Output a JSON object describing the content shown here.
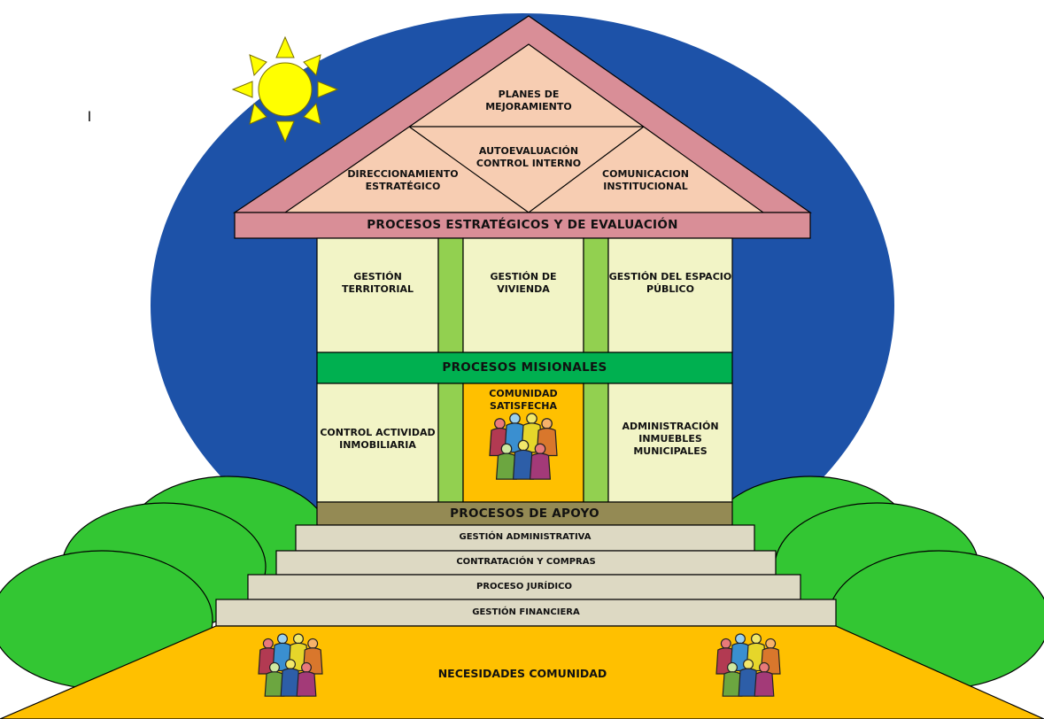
{
  "roof": {
    "top": "PLANES DE MEJORAMIENTO",
    "center": "AUTOEVALUACIÓN CONTROL INTERNO",
    "left": "DIRECCIONAMIENTO ESTRATÉGICO",
    "right": "COMUNICACION INSTITUCIONAL",
    "band": "PROCESOS ESTRATÉGICOS Y DE EVALUACIÓN"
  },
  "misionales": {
    "upper": [
      "GESTIÓN TERRITORIAL",
      "GESTIÓN DE VIVIENDA",
      "GESTIÓN DEL ESPACIO PÚBLICO"
    ],
    "band": "PROCESOS MISIONALES",
    "lower_left": "CONTROL ACTIVIDAD INMOBILIARIA",
    "center": "COMUNIDAD SATISFECHA",
    "lower_right": "ADMINISTRACIÓN INMUEBLES MUNICIPALES"
  },
  "apoyo": {
    "band": "PROCESOS DE APOYO",
    "steps": [
      "GESTIÓN ADMINISTRATIVA",
      "CONTRATACIÓN Y COMPRAS",
      "PROCESO JURÍDICO",
      "GESTIÓN FINANCIERA"
    ]
  },
  "base": {
    "label": "NECESIDADES COMUNIDAD"
  },
  "stray_mark": "I",
  "icons": [
    "sun-icon",
    "community-people-icon"
  ],
  "colors": {
    "sky": "#1d52a8",
    "grass": "#33c633",
    "roof": "#d98e97",
    "roof_panels": "#f7cdb2",
    "walls": "#f2f4c6",
    "pillars": "#92d050",
    "misionales_band": "#00b050",
    "apoyo_band": "#948a54",
    "steps": "#ddd9c3",
    "ground": "#ffc000",
    "sun": "#ffff00"
  }
}
